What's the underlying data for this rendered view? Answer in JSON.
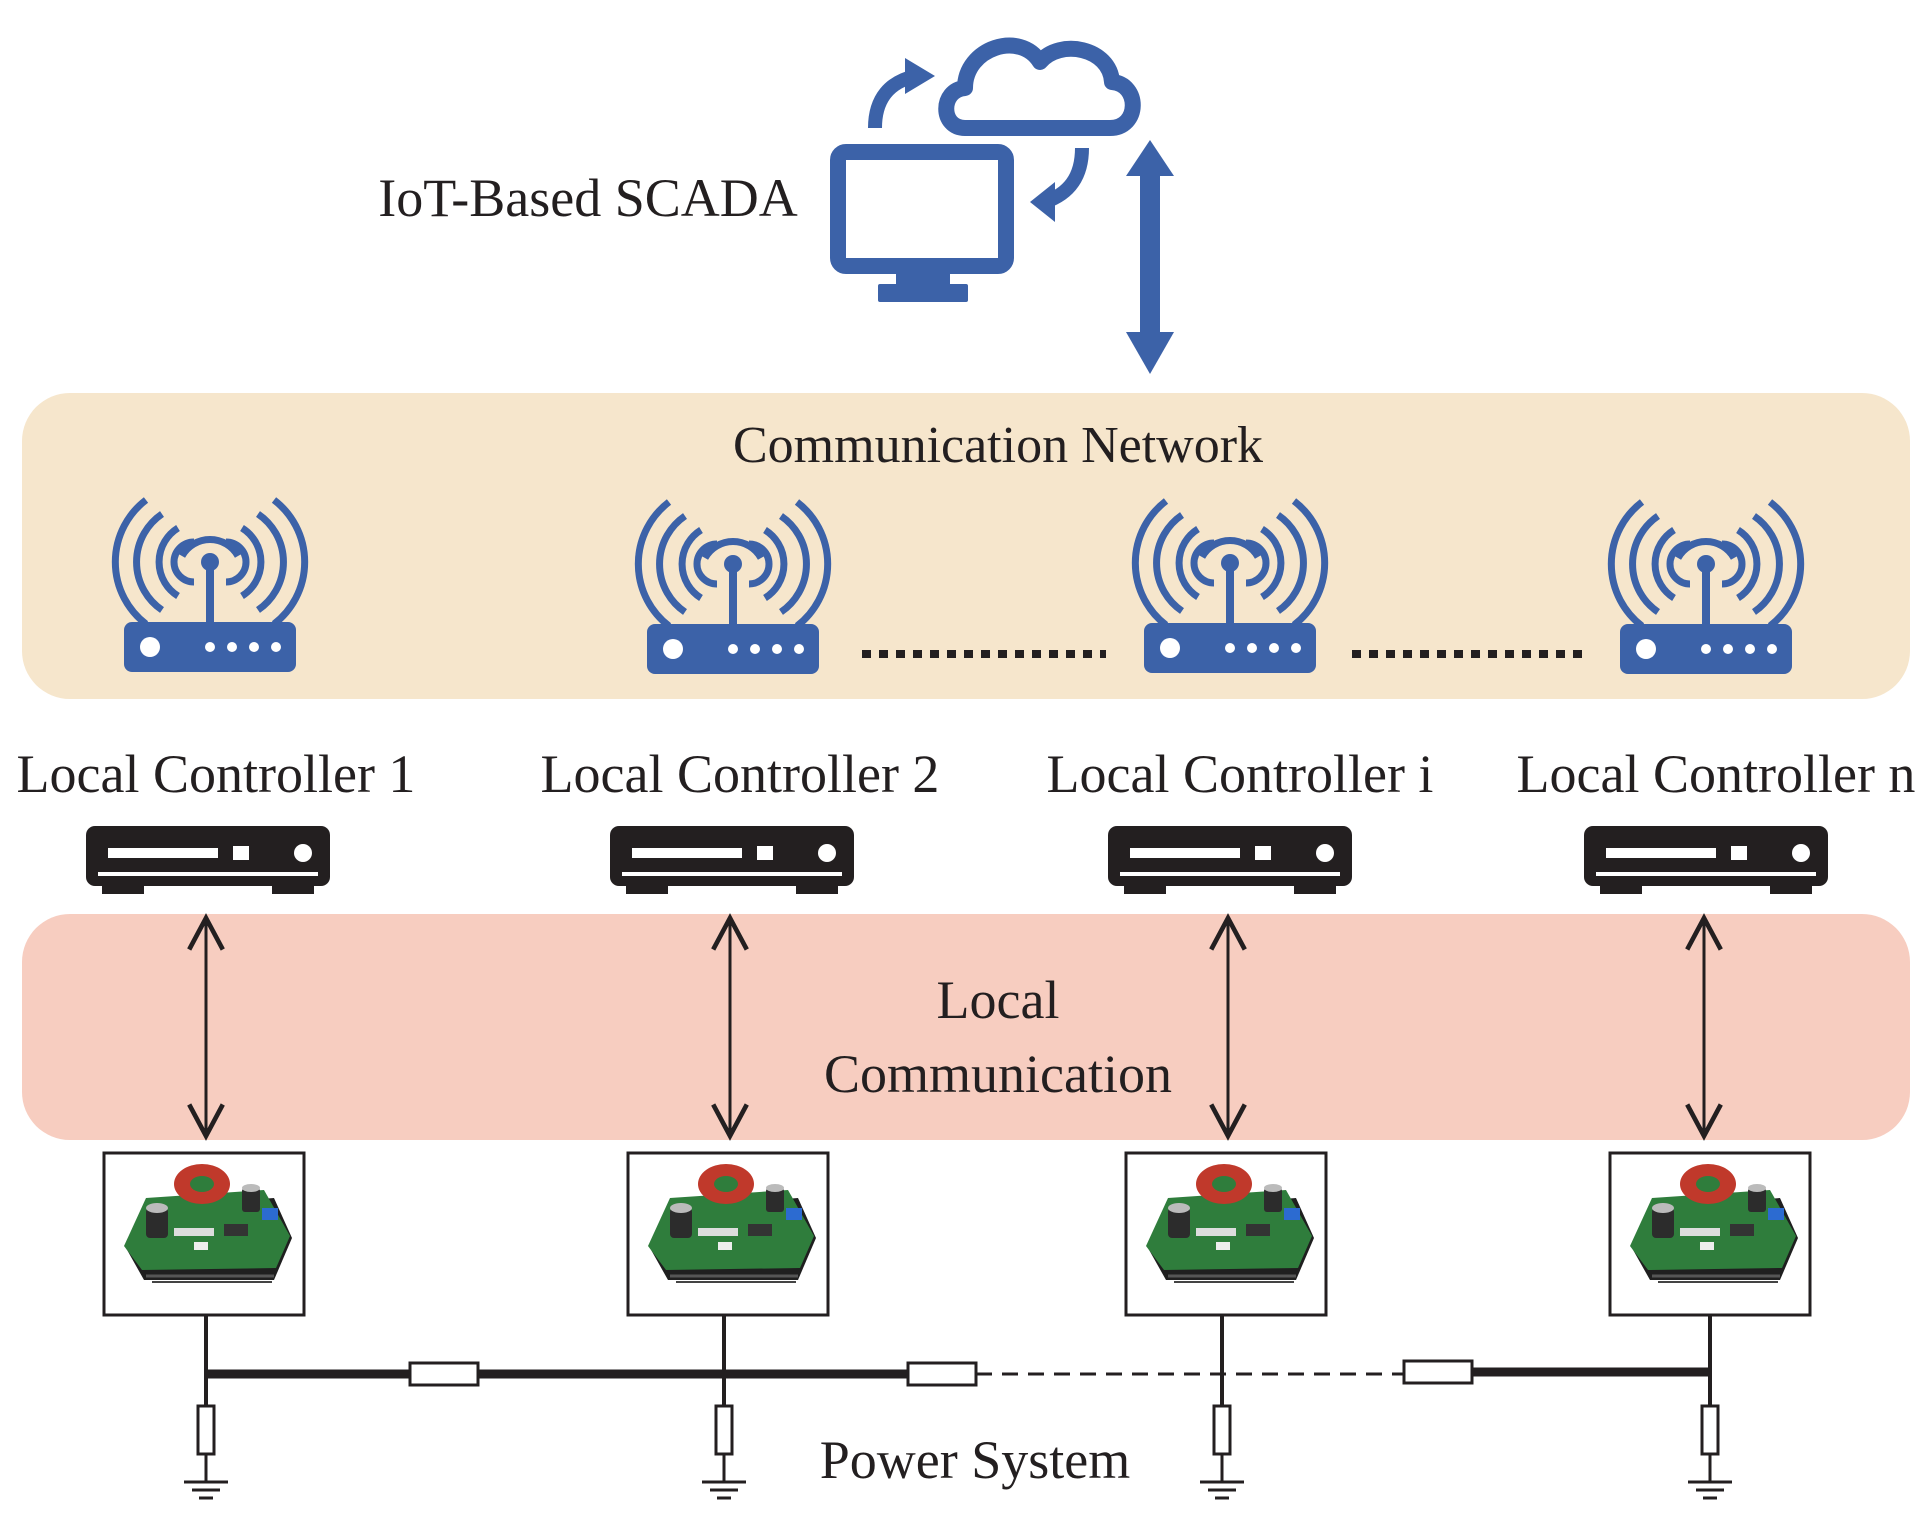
{
  "scada": {
    "label": "IoT-Based SCADA",
    "icon": "monitor-cloud-sync-icon"
  },
  "communication_network": {
    "label": "Communication Network",
    "router_icon": "wifi-router-icon",
    "background_color": "#f6e6cc"
  },
  "local_communication": {
    "label_line1": "Local",
    "label_line2": "Communication",
    "background_color": "#f7cdc0"
  },
  "controllers": [
    {
      "label": "Local Controller 1"
    },
    {
      "label": "Local Controller 2"
    },
    {
      "label": "Local Controller i"
    },
    {
      "label": "Local Controller n"
    }
  ],
  "power_system": {
    "label": "Power System"
  },
  "colors": {
    "icon_blue": "#3c62a8",
    "device_black": "#231f20",
    "pcb_green": "#2f7d3c"
  }
}
